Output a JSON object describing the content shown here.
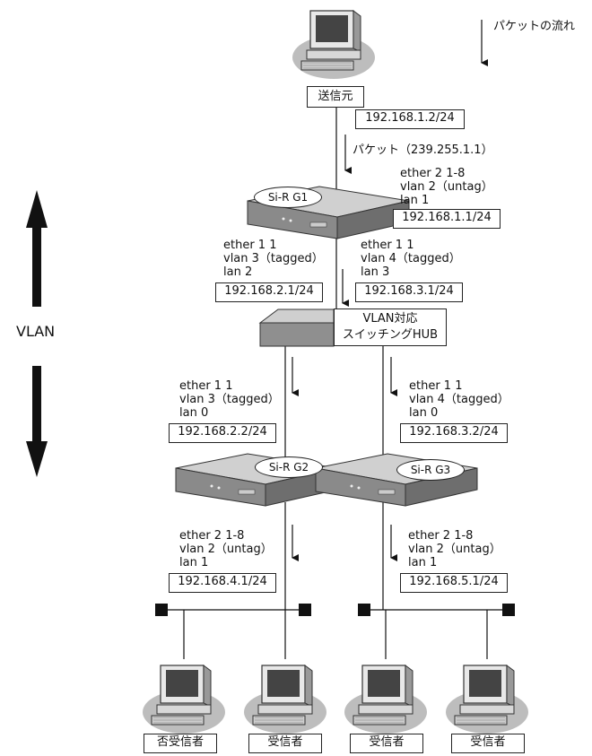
{
  "legend": "パケットの流れ",
  "sender": {
    "label": "送信元",
    "ip": "192.168.1.2/24"
  },
  "packet_label": "パケット（239.255.1.1）",
  "g1": {
    "name": "Si-R G1",
    "wan": {
      "l1": "ether 2 1-8",
      "l2": "vlan 2（untag）",
      "l3": "lan 1",
      "ip": "192.168.1.1/24"
    },
    "left": {
      "l1": "ether 1 1",
      "l2": "vlan 3（tagged）",
      "l3": "lan 2",
      "ip": "192.168.2.1/24"
    },
    "right": {
      "l1": "ether 1 1",
      "l2": "vlan 4（tagged）",
      "l3": "lan 3",
      "ip": "192.168.3.1/24"
    }
  },
  "hub": {
    "line1": "VLAN対応",
    "line2": "スイッチングHUB"
  },
  "vlan_label": "VLAN",
  "g2": {
    "name": "Si-R G2",
    "up": {
      "l1": "ether 1 1",
      "l2": "vlan 3（tagged）",
      "l3": "lan 0",
      "ip": "192.168.2.2/24"
    },
    "down": {
      "l1": "ether 2 1-8",
      "l2": "vlan 2（untag）",
      "l3": "lan 1",
      "ip": "192.168.4.1/24"
    }
  },
  "g3": {
    "name": "Si-R G3",
    "up": {
      "l1": "ether 1 1",
      "l2": "vlan 4（tagged）",
      "l3": "lan 0",
      "ip": "192.168.3.2/24"
    },
    "down": {
      "l1": "ether 2 1-8",
      "l2": "vlan 2（untag）",
      "l3": "lan 1",
      "ip": "192.168.5.1/24"
    }
  },
  "receivers": [
    "否受信者",
    "受信者",
    "受信者",
    "受信者"
  ]
}
